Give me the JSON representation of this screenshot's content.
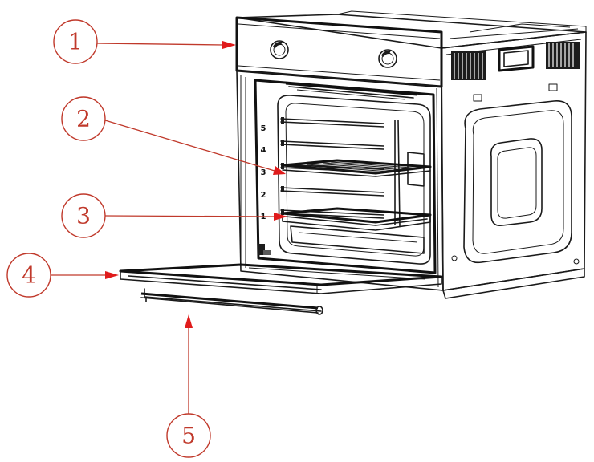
{
  "callouts": [
    {
      "label": "1"
    },
    {
      "label": "2"
    },
    {
      "label": "3"
    },
    {
      "label": "4"
    },
    {
      "label": "5"
    }
  ],
  "shelf_levels": [
    "5",
    "4",
    "3",
    "2",
    "1"
  ],
  "colors": {
    "callout": "#c0392b",
    "arrow": "#e01b1b",
    "line": "#1a1a1a"
  }
}
